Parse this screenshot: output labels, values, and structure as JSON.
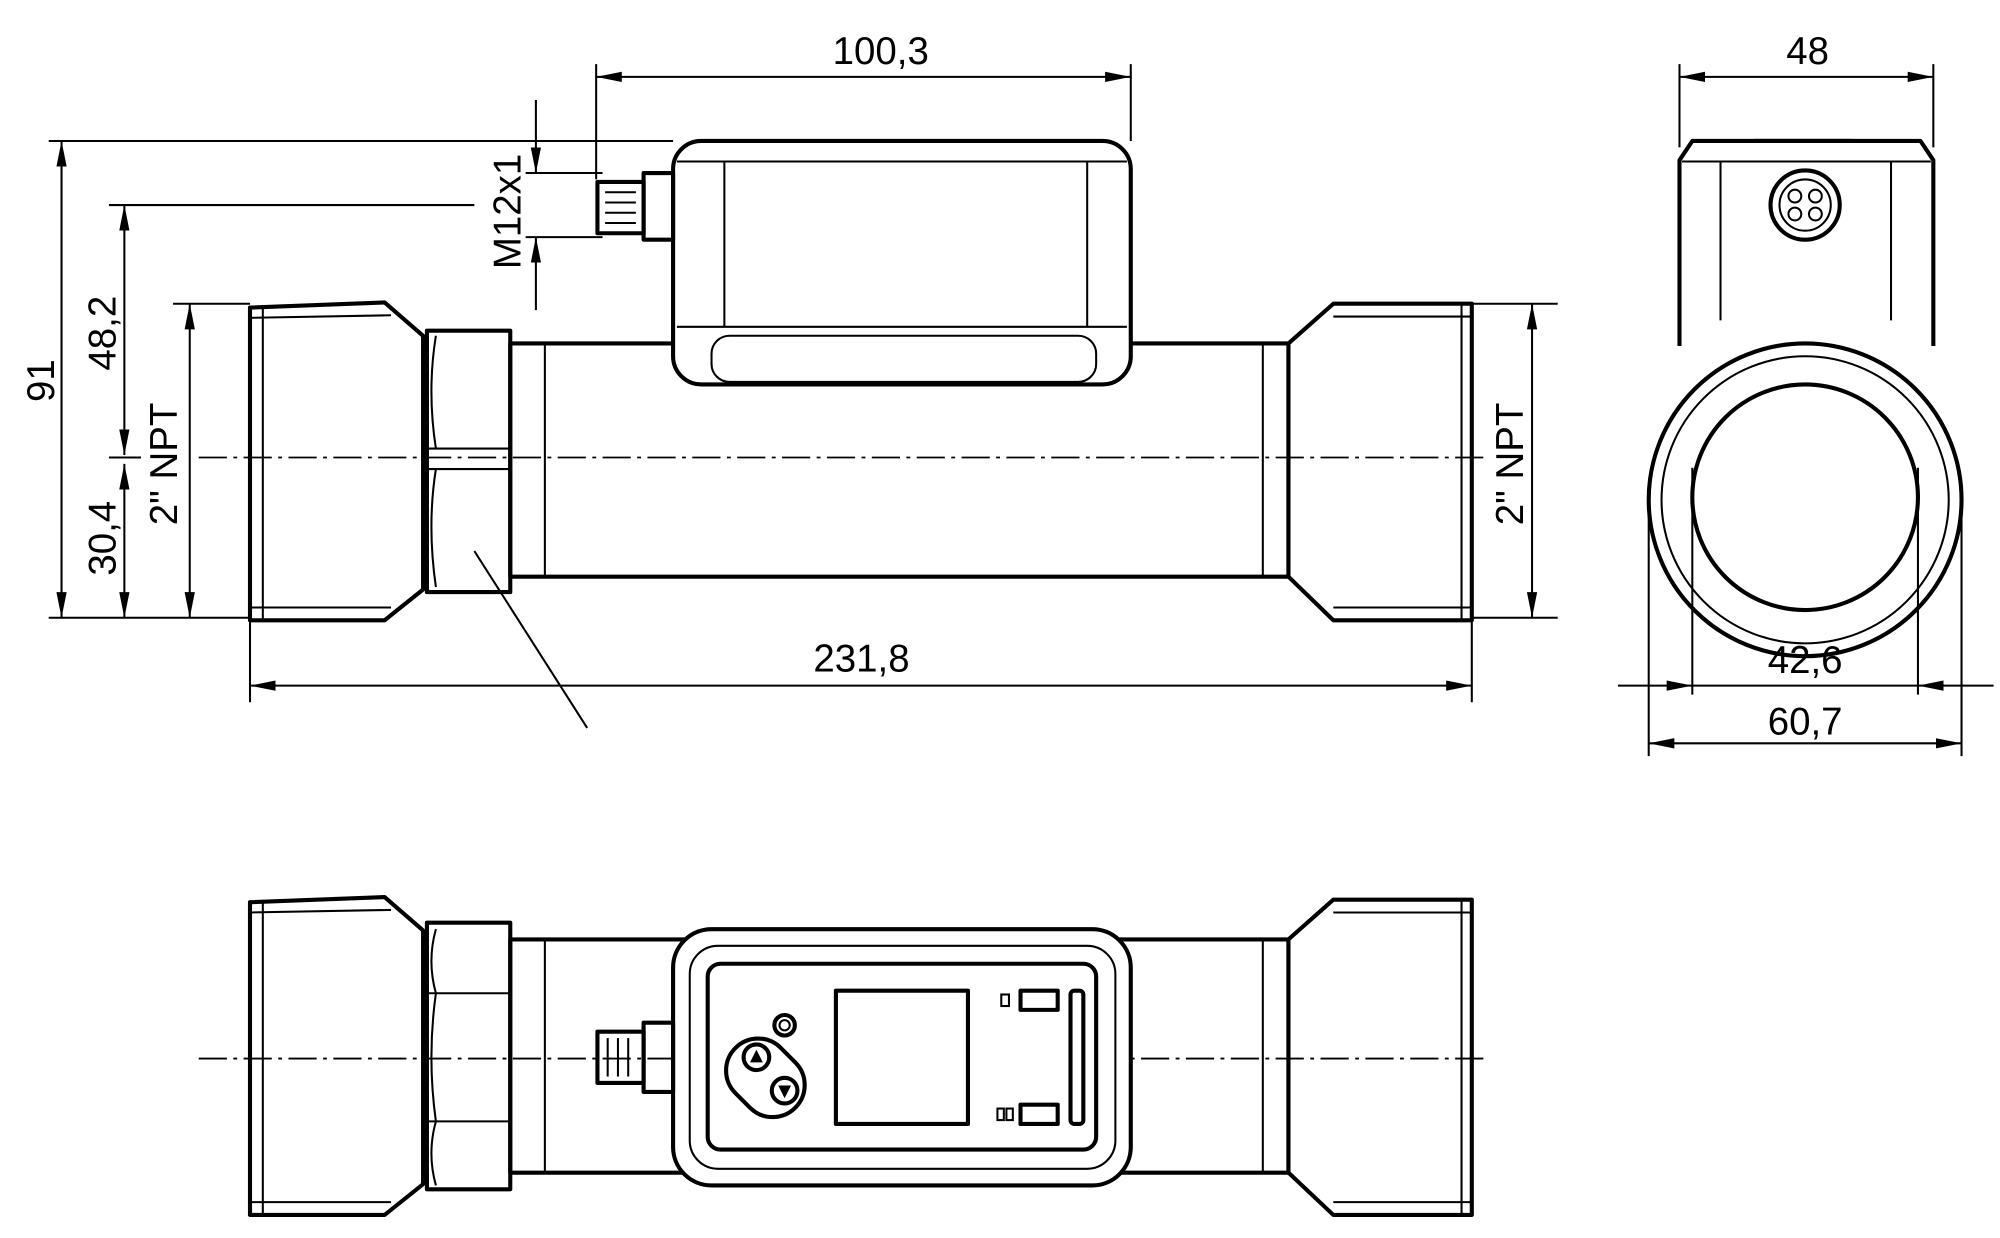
{
  "dimensions": {
    "housing_length": "100,3",
    "total_height": "91",
    "upper_height": "48,2",
    "lower_height": "30,4",
    "thread_left": "2\" NPT",
    "thread_right": "2\" NPT",
    "connector_thread": "M12x1",
    "total_length": "231,8",
    "end_width": "48",
    "inner_diameter": "42,6",
    "outer_diameter": "60,7"
  },
  "colors": {
    "line": "#000000",
    "background": "#ffffff"
  }
}
